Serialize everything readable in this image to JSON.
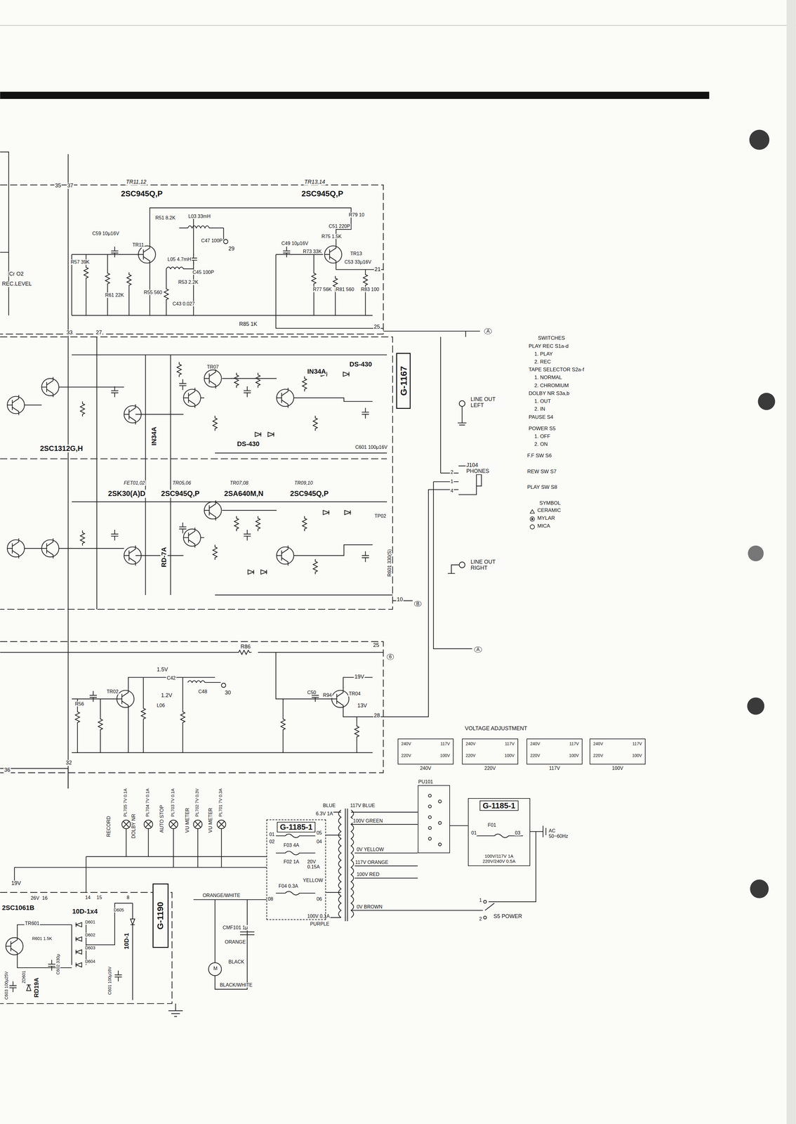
{
  "diagram": {
    "nodes": [
      {
        "text": [
          "G-1167"
        ]
      },
      {
        "text": [
          "240V",
          "117V",
          "220V",
          "100V",
          "240V"
        ]
      },
      {
        "text": [
          "240V",
          "117V",
          "220V",
          "100V",
          "220V"
        ]
      },
      {
        "text": [
          "240V",
          "117V",
          "220V",
          "100V",
          "117V"
        ]
      },
      {
        "text": [
          "240V",
          "117V",
          "220V",
          "100V",
          "100V"
        ]
      },
      {
        "text": [
          "PU101"
        ]
      },
      {
        "text": [
          "G-1185-1"
        ]
      },
      {
        "text": [
          "G-1185-1",
          "100V/117V 1A",
          "220V/240V 0.5A"
        ]
      },
      {
        "text": [
          "G-1190"
        ]
      }
    ],
    "edges": [
      {
        "from": 5,
        "to": 7,
        "arrow": "none"
      }
    ],
    "labels": [
      "35",
      "37",
      "TR11,12",
      "2SC945Q,P",
      "TR13,14",
      "2SC945Q,P",
      "R57 39K",
      "C59 10μ16V",
      "R61 22K",
      "TR11",
      "R51 8.2K",
      "L03 33mH",
      "C47 100P",
      "29",
      "L05 4.7mH",
      "R53 2.2K",
      "R55 560",
      "C43 0.027",
      "C45 100P",
      "C49 10μ16V",
      "R73 33K",
      "C51 220P",
      "R75 1.5K",
      "R79 10",
      "TR13",
      "C53 33μ16V",
      "21",
      "R77 56K",
      "R81 560",
      "R83 100",
      "R85 1K",
      "25",
      "Cr O2",
      "REC.LEVEL",
      "33",
      "27",
      "IN34A",
      "DS-430",
      "LINE OUT LEFT",
      "IN34A",
      "DS-430",
      "2SC1312G,H",
      "C601 100μ16V",
      "TR07",
      "FET01,02",
      "2SK30(A)D",
      "TR05,06",
      "2SC945Q,P",
      "TR07,08",
      "2SA640M,N",
      "TR09,10",
      "2SC945Q,P",
      "RD-7A",
      "TP02",
      "R601 330(S)",
      "LINE OUT RIGHT",
      "10",
      "B",
      "J104 PHONES",
      "2",
      "1",
      "4",
      "A",
      "A",
      "R86",
      "25",
      "6",
      "19V",
      "TR04",
      "13V",
      "R94",
      "C50",
      "28",
      "1.5V",
      "C42",
      "TR02",
      "1.2V",
      "L06",
      "C48",
      "30",
      "R56",
      "36",
      "32",
      "SWITCHES",
      "PLAY REC S1a-d",
      "1. PLAY",
      "2. REC",
      "TAPE SELECTOR S2a-f",
      "1. NORMAL",
      "2. CHROMIUM",
      "DOLBY NR S3a,b",
      "1. OUT",
      "2. IN",
      "PAUSE S4",
      "POWER S5",
      "1. OFF",
      "2. ON",
      "F.F SW S6",
      "REW SW S7",
      "PLAY SW S8",
      "SYMBOL",
      "VOLTAGE ADJUSTMENT",
      "BLUE",
      "6.3V 1A",
      "117V BLUE",
      "100V GREEN",
      "0V YELLOW",
      "117V ORANGE",
      "100V RED",
      "0V BROWN",
      "F03 4A",
      "F02 1A",
      "20V 0.15A",
      "YELLOW",
      "F04 0.3A",
      "01",
      "02",
      "05",
      "04",
      "08",
      "06",
      "100V 0.1A",
      "PURPLE",
      "ORANGE/WHITE",
      "CMF101 1μ",
      "ORANGE",
      "BLACK",
      "M",
      "BLACK/WHITE",
      "01",
      "F01",
      "03",
      "AC 50~60Hz",
      "S5 POWER",
      "1",
      "2",
      "RECORD",
      "PL705 7V 0.1A",
      "DOLBY NR",
      "PL704 7V 0.1A",
      "AUTO STOP",
      "PL703 7V 0.1A",
      "VU METER",
      "PL702 7V 0.3V",
      "VU METER",
      "PL701 7V 0.3A",
      "19V",
      "26V",
      "16",
      "2SC1061B",
      "TR601",
      "10D-1x4",
      "D601",
      "D602",
      "D603",
      "D604",
      "R601 1.5K",
      "C603 100μ25V",
      "C602 330μ",
      "RD19A",
      "ZD601",
      "14",
      "15",
      "8",
      "D605",
      "10D-1",
      "C601 100μ16V"
    ],
    "legend": [
      {
        "text": "CERAMIC"
      },
      {
        "text": "MYLAR"
      },
      {
        "text": "MICA"
      }
    ]
  }
}
